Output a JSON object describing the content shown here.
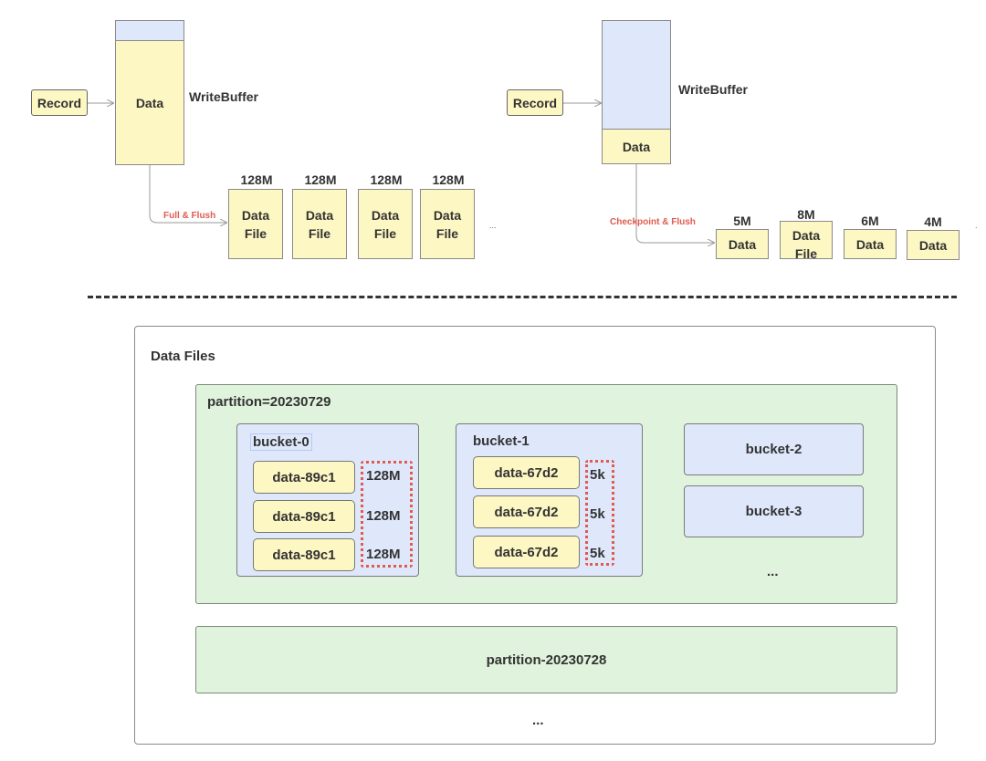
{
  "top_left": {
    "record": "Record",
    "buffer_data": "Data",
    "buffer_label": "WriteBuffer",
    "flush_label": "Full & Flush",
    "files": [
      {
        "size": "128M",
        "label": "Data\nFile"
      },
      {
        "size": "128M",
        "label": "Data\nFile"
      },
      {
        "size": "128M",
        "label": "Data\nFile"
      },
      {
        "size": "128M",
        "label": "Data\nFile"
      }
    ],
    "ellipsis": "..."
  },
  "top_right": {
    "record": "Record",
    "buffer_label": "WriteBuffer",
    "buffer_data": "Data",
    "flush_label": "Checkpoint & Flush",
    "files": [
      {
        "size": "5M",
        "label": "Data"
      },
      {
        "size": "8M",
        "label": "Data\nFile"
      },
      {
        "size": "6M",
        "label": "Data"
      },
      {
        "size": "4M",
        "label": "Data"
      }
    ],
    "ellipsis": "."
  },
  "bottom": {
    "title": "Data Files",
    "partition_a": {
      "title": "partition=20230729",
      "bucket0": {
        "title": "bucket-0",
        "files": [
          "data-89c1",
          "data-89c1",
          "data-89c1"
        ],
        "sizes": [
          "128M",
          "128M",
          "128M"
        ]
      },
      "bucket1": {
        "title": "bucket-1",
        "files": [
          "data-67d2",
          "data-67d2",
          "data-67d2"
        ],
        "sizes": [
          "5k",
          "5k",
          "5k"
        ]
      },
      "bucket2": "bucket-2",
      "bucket3": "bucket-3",
      "more": "..."
    },
    "partition_b": "partition-20230728",
    "more": "..."
  },
  "colors": {
    "yellow": "#fdf7c3",
    "blue": "#dfe8fb",
    "green": "#e0f3dc",
    "red": "#e05a4f",
    "line": "#999999"
  }
}
